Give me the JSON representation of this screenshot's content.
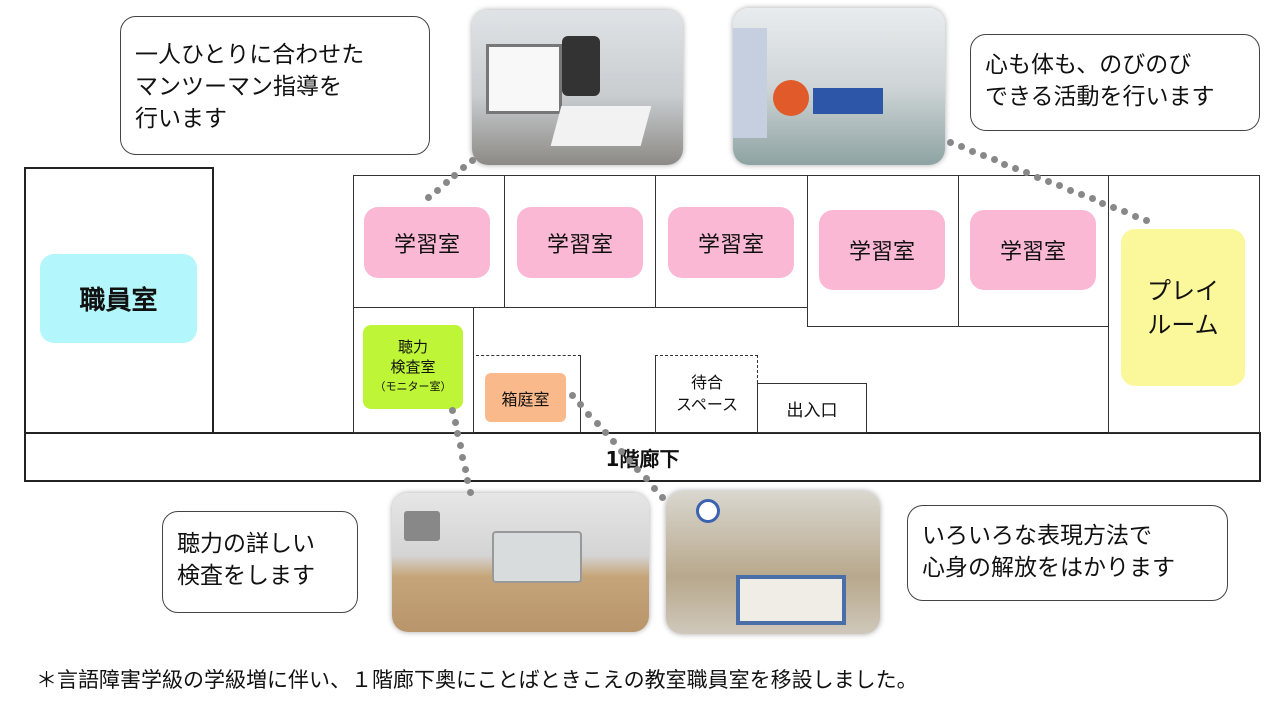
{
  "rooms": {
    "staff_room": "職員室",
    "study_rooms": [
      "学習室",
      "学習室",
      "学習室",
      "学習室",
      "学習室"
    ],
    "play_room_line1": "プレイ",
    "play_room_line2": "ルーム",
    "hearing_line1": "聴力",
    "hearing_line2": "検査室",
    "hearing_line3": "（モニター室）",
    "sandplay": "箱庭室",
    "waiting_line1": "待合",
    "waiting_line2": "スペース",
    "entrance": "出入口",
    "corridor": "1階廊下"
  },
  "callouts": {
    "study": [
      "一人ひとりに合わせた",
      "マンツーマン指導を",
      "行います"
    ],
    "play": [
      "心も体も、のびのび",
      "できる活動を行います"
    ],
    "hearing": [
      "聴力の詳しい",
      "検査をします"
    ],
    "sandplay": [
      "いろいろな表現方法で",
      "心身の解放をはかります"
    ]
  },
  "footnote": "＊言語障害学級の学級増に伴い、１階廊下奥にことばときこえの教室職員室を移設しました。",
  "colors": {
    "staff": "#b3f6fb",
    "study": "#fbb8d4",
    "play": "#fbf79b",
    "hearing": "#bff537",
    "sandplay": "#f9b98b"
  }
}
